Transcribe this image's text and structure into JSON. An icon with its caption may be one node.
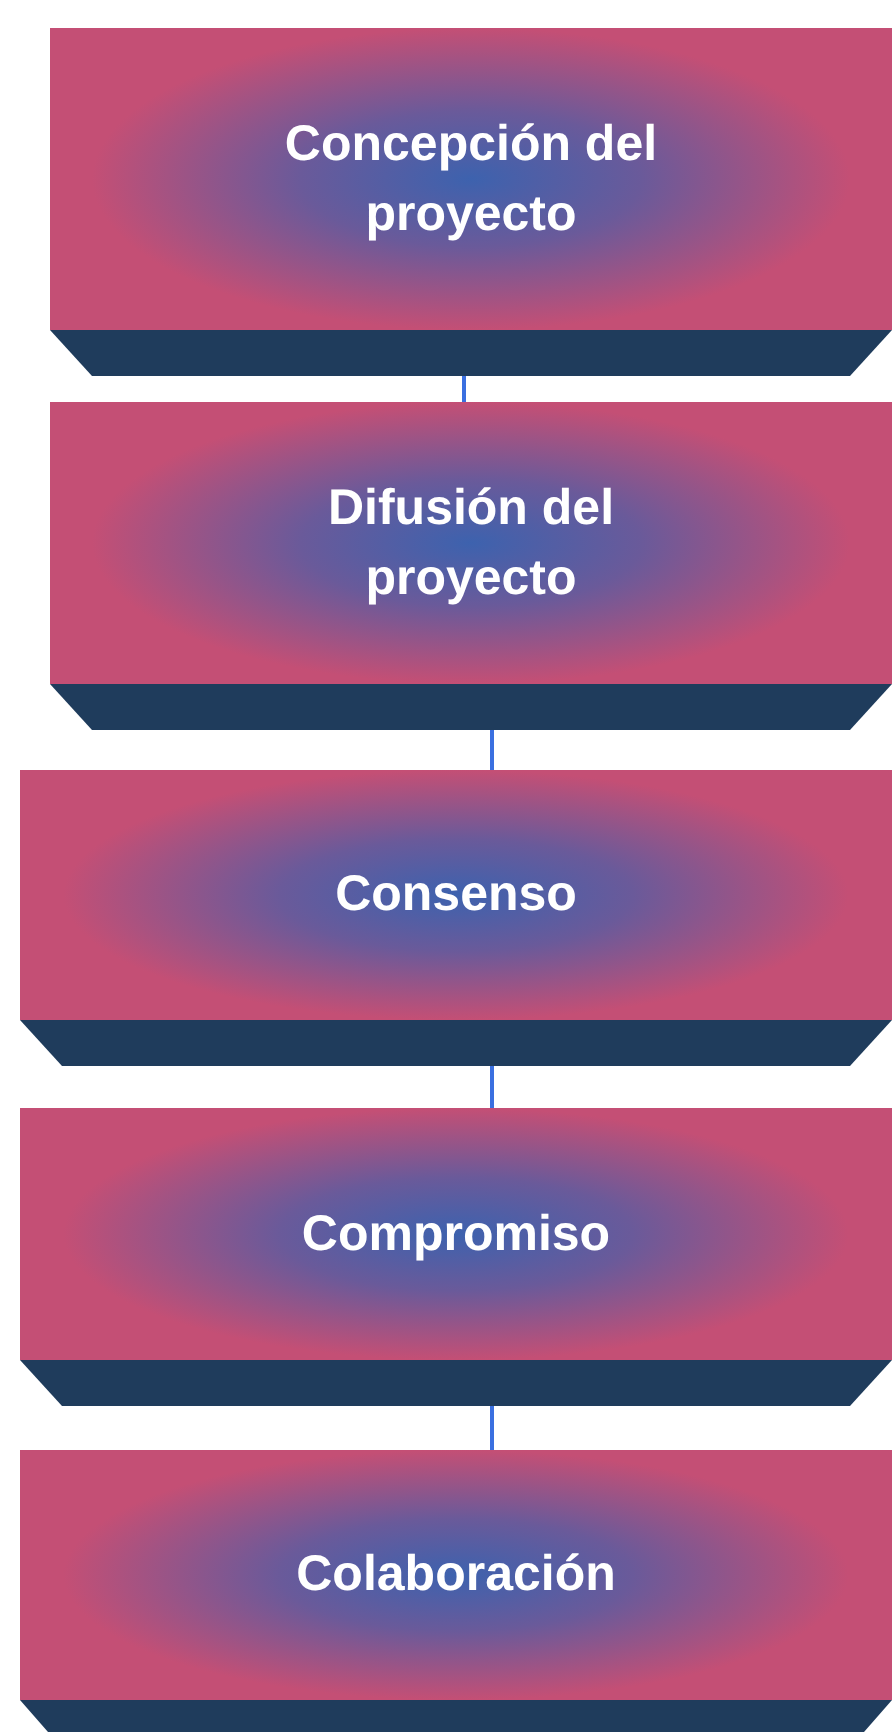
{
  "diagram": {
    "nodes": [
      {
        "text": [
          "Concepción del proyecto"
        ]
      },
      {
        "text": [
          "Difusión del proyecto"
        ]
      },
      {
        "text": [
          "Consenso"
        ]
      },
      {
        "text": [
          "Compromiso"
        ]
      },
      {
        "text": [
          "Colaboración"
        ]
      }
    ],
    "edges": [
      {
        "from": 0,
        "to": 1,
        "arrow": "none"
      },
      {
        "from": 1,
        "to": 2,
        "arrow": "none"
      },
      {
        "from": 2,
        "to": 3,
        "arrow": "none"
      },
      {
        "from": 3,
        "to": 4,
        "arrow": "none"
      }
    ]
  }
}
